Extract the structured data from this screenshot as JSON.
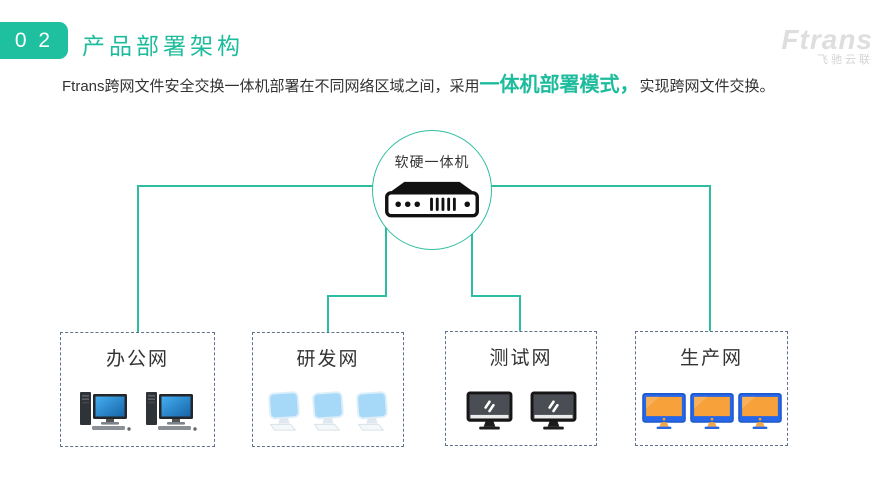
{
  "header": {
    "section_number": "0 2",
    "title": "产品部署架构",
    "accent_color": "#1ebc9d"
  },
  "logo": {
    "wordmark": "Ftrans",
    "tagline": "飞驰云联"
  },
  "description": {
    "prefix": "Ftrans跨网文件安全交换一体机部署在不同网络区域之间，采用",
    "highlight": "一体机部署模式，",
    "suffix": "实现跨网文件交换。"
  },
  "diagram": {
    "line_color": "#2fbda1",
    "box_border_color": "#5f718c",
    "appliance": {
      "label": "软硬一体机",
      "icon": "server-appliance-icon"
    },
    "networks": [
      {
        "label": "办公网",
        "icon": "desktop-pc-icon",
        "device_count": 2
      },
      {
        "label": "研发网",
        "icon": "light-blue-monitor-icon",
        "device_count": 3
      },
      {
        "label": "测试网",
        "icon": "dark-monitor-icon",
        "device_count": 2
      },
      {
        "label": "生产网",
        "icon": "orange-monitor-icon",
        "device_count": 3
      }
    ]
  }
}
